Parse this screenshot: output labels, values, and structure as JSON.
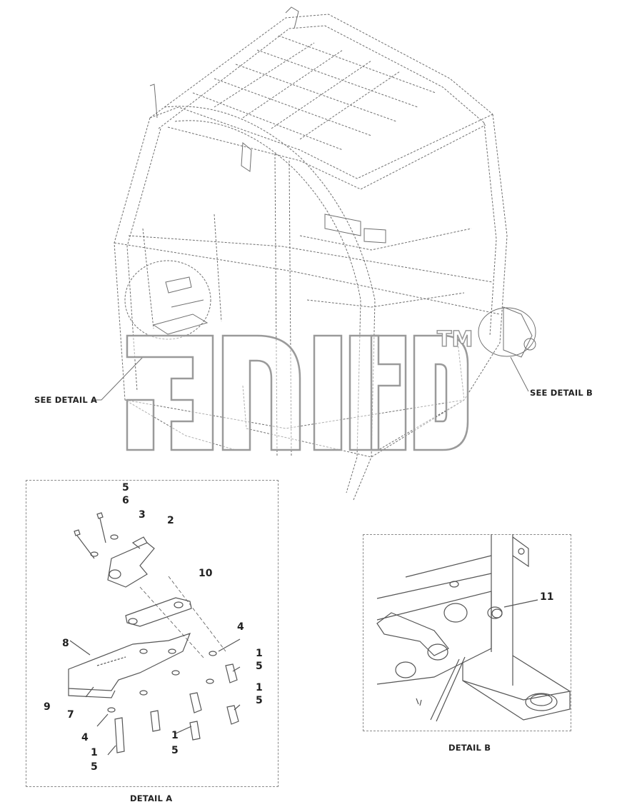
{
  "detail_a": {
    "caption": "DETAIL A",
    "pointer_label": "SEE DETAIL A",
    "callouts": [
      "5",
      "6",
      "3",
      "2",
      "10",
      "4",
      "8",
      "1",
      "5",
      "1",
      "5",
      "9",
      "7",
      "4",
      "1",
      "5",
      "1",
      "5"
    ]
  },
  "detail_b": {
    "caption": "DETAIL B",
    "pointer_label": "SEE DETAIL B",
    "callouts": [
      "11"
    ]
  },
  "watermark": {
    "symbol": "TM"
  },
  "colors": {
    "line": "#6f6f6f",
    "watermark_stroke": "#9a9a9a",
    "frame": "#8a8a8a"
  }
}
